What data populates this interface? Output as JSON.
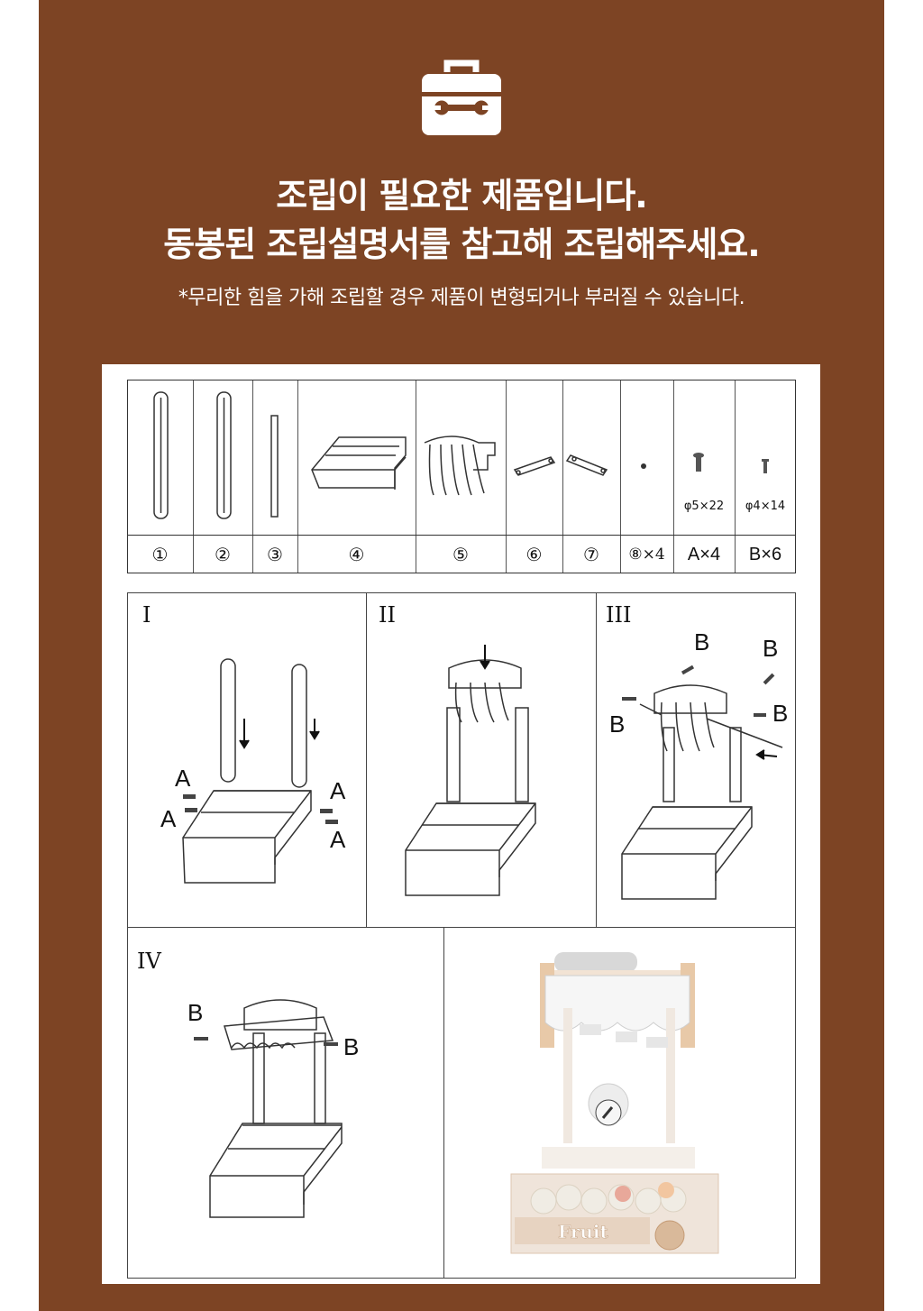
{
  "header": {
    "line1": "조립이 필요한 제품입니다.",
    "line2": "동봉된 조립설명서를 참고해 조립해주세요.",
    "note": "*무리한 힘을 가해 조립할 경우 제품이 변형되거나 부러질 수 있습니다.",
    "icon": "toolbox-icon",
    "colors": {
      "panel": "#7d4424",
      "text": "#ffffff"
    }
  },
  "parts": {
    "labels": [
      "①",
      "②",
      "③",
      "④",
      "⑤",
      "⑥",
      "⑦",
      "⑧×4",
      "A×4",
      "B×6"
    ],
    "sizes": [
      "φ5×22",
      "φ4×14"
    ]
  },
  "steps": [
    {
      "num": "I",
      "callouts": [
        "A",
        "A",
        "A",
        "A"
      ]
    },
    {
      "num": "II",
      "callouts": []
    },
    {
      "num": "III",
      "callouts": [
        "B",
        "B",
        "B",
        "B"
      ]
    },
    {
      "num": "IV",
      "callouts": [
        "B",
        "B"
      ]
    }
  ],
  "product": {
    "sign": "Fruit"
  }
}
